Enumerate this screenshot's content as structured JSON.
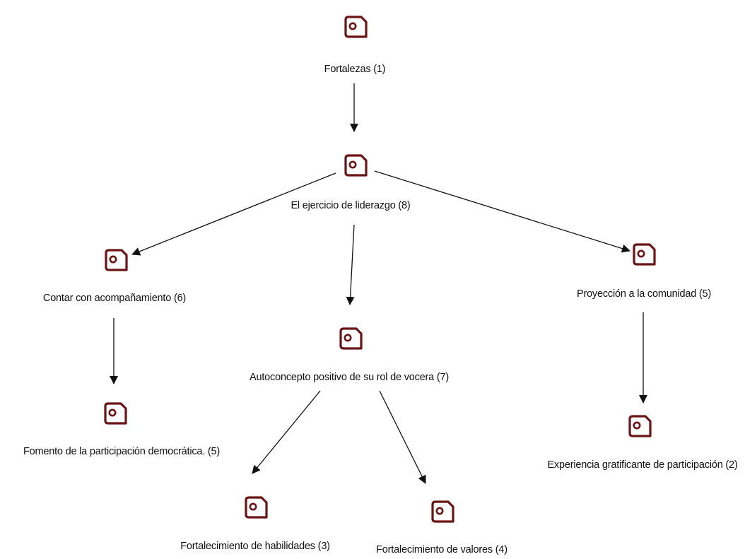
{
  "diagram": {
    "icon_color": "#6b1416",
    "edge_color": "#111111",
    "nodes": [
      {
        "id": "fortalezas",
        "label": "Fortalezas (1)",
        "icon": "code-document-icon"
      },
      {
        "id": "liderazgo",
        "label": "El ejercicio de liderazgo (8)",
        "icon": "code-document-icon"
      },
      {
        "id": "acompanamiento",
        "label": "Contar con acompañamiento (6)",
        "icon": "code-document-icon"
      },
      {
        "id": "autoconcepto",
        "label": "Autoconcepto positivo de su rol de vocera (7)",
        "icon": "code-document-icon"
      },
      {
        "id": "proyeccion",
        "label": "Proyección a la comunidad (5)",
        "icon": "code-document-icon"
      },
      {
        "id": "fomento",
        "label": "Fomento de la participación democrática. (5)",
        "icon": "code-document-icon"
      },
      {
        "id": "habilidades",
        "label": "Fortalecimiento de habilidades  (3)",
        "icon": "code-document-icon"
      },
      {
        "id": "valores",
        "label": "Fortalecimiento de valores (4)",
        "icon": "code-document-icon"
      },
      {
        "id": "experiencia",
        "label": "Experiencia gratificante de participación (2)",
        "icon": "code-document-icon"
      }
    ],
    "edges": [
      {
        "from": "fortalezas",
        "to": "liderazgo"
      },
      {
        "from": "liderazgo",
        "to": "acompanamiento"
      },
      {
        "from": "liderazgo",
        "to": "autoconcepto"
      },
      {
        "from": "liderazgo",
        "to": "proyeccion"
      },
      {
        "from": "acompanamiento",
        "to": "fomento"
      },
      {
        "from": "autoconcepto",
        "to": "habilidades"
      },
      {
        "from": "autoconcepto",
        "to": "valores"
      },
      {
        "from": "proyeccion",
        "to": "experiencia"
      }
    ]
  }
}
